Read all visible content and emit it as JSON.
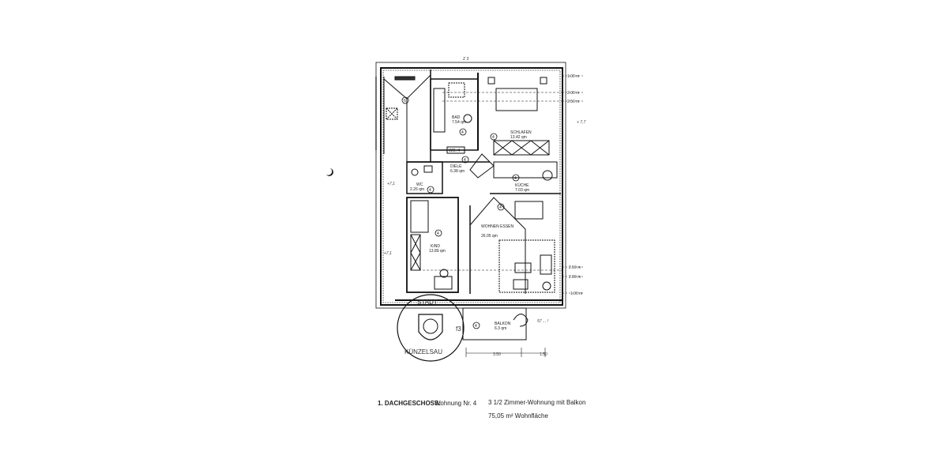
{
  "document": {
    "type": "floor-plan",
    "floor_label": "1. DACHGESCHOSS:",
    "unit_label": "Wohnung Nr. 4",
    "description": "3 1/2 Zimmer-Wohnung mit Balkon",
    "area": "75,05 m² Wohnfläche"
  },
  "plan": {
    "unit_tag": "WG. 4",
    "top_mark": "Z 3",
    "rooms": [
      {
        "name": "BAD",
        "area": "7.54 qm",
        "marker": "4"
      },
      {
        "name": "SCHLAFEN",
        "area": "13.42 qm",
        "marker": "4"
      },
      {
        "name": "DIELE",
        "area": "6.38 qm",
        "marker": "4"
      },
      {
        "name": "WC",
        "area": "2.26 qm",
        "marker": "4"
      },
      {
        "name": "KÜCHE",
        "area": "7.03 qm",
        "marker": "4"
      },
      {
        "name": "KIND",
        "area": "13.89 qm",
        "marker": "4"
      },
      {
        "name": "WOHNEN ESSEN",
        "area": "26.05 qm",
        "marker": "4"
      },
      {
        "name": "BALKON",
        "area": "6.3 qm",
        "marker": "4"
      }
    ],
    "stair_marker": "6",
    "height_marks_top": [
      "1.00 m",
      "2.00 m",
      "2.50 m"
    ],
    "height_marks_bottom": [
      "2.50 m",
      "2.00 m",
      "1.00 m"
    ],
    "bottom_dims": [
      "3.50",
      "1.50"
    ],
    "handnotes": [
      "+ 7,7",
      "+7,1",
      "+7,1",
      "57 ... !"
    ]
  },
  "stamp": {
    "top_text": "STADT",
    "bottom_text": "KÜNZELSAU",
    "initials": "f3"
  }
}
